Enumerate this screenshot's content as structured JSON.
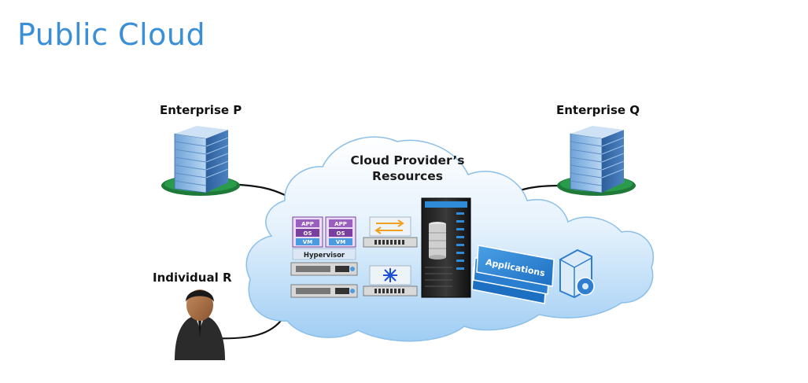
{
  "page": {
    "title": "Public Cloud"
  },
  "labels": {
    "enterprise_p": "Enterprise P",
    "enterprise_q": "Enterprise Q",
    "individual_r": "Individual R",
    "cloud_line1": "Cloud Provider’s",
    "cloud_line2": "Resources"
  },
  "vm_stack": {
    "app": "APP",
    "os": "OS",
    "vm": "VM",
    "hypervisor": "Hypervisor"
  },
  "applications_label": "Applications",
  "colors": {
    "title": "#3a8fd6",
    "cloud_fill_top": "#ffffff",
    "cloud_fill_bottom": "#a9d3f5",
    "cloud_stroke": "#8cbfe8",
    "vm_purple": "#7b3fa0",
    "app_panel": "#2e7fd1"
  },
  "icons": [
    "building-icon",
    "person-icon",
    "server-icon",
    "switch-icon",
    "storage-rack-icon",
    "storage-disk-icon"
  ]
}
